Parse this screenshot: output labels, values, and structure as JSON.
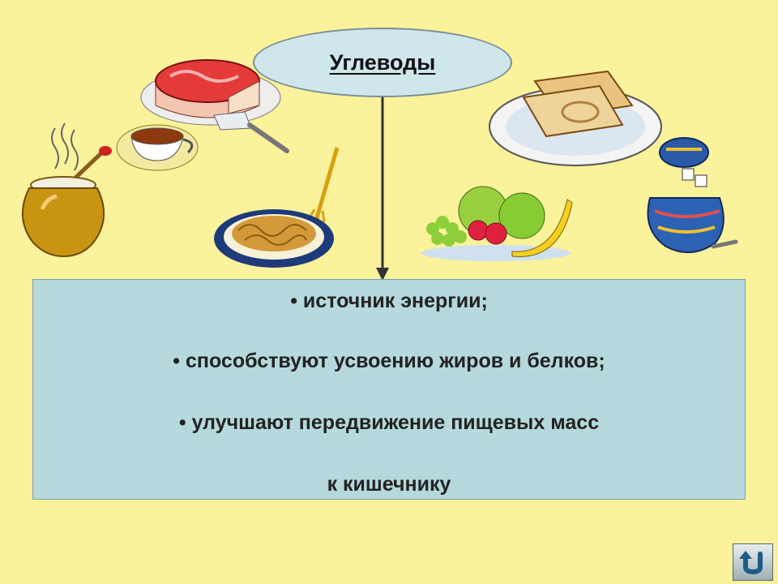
{
  "title": "Углеводы",
  "box": {
    "lines": [
      "• источник энергии;",
      "• способствуют усвоению жиров и белков;",
      "• улучшают передвижение пищевых масс",
      "к кишечнику"
    ]
  },
  "icons": {
    "back": "u-turn-arrow-icon"
  },
  "colors": {
    "background": "#fbf29c",
    "ellipse": "#cfe6ea",
    "box": "#b5d9dc",
    "connector": "#333333"
  }
}
